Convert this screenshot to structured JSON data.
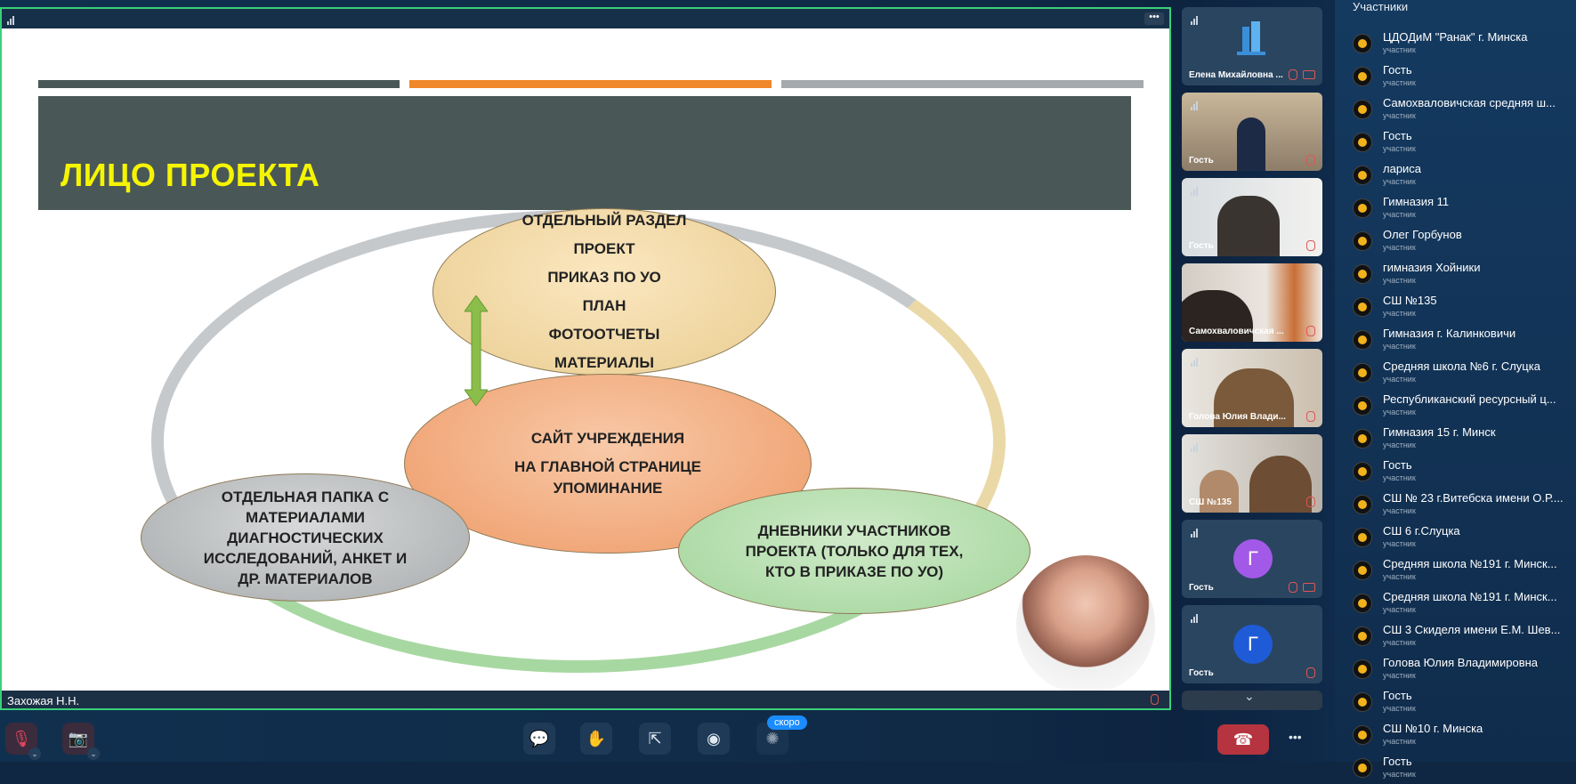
{
  "stage": {
    "speaker_name": "Захожая Н.Н.",
    "more_label": "•••"
  },
  "slide": {
    "title": "ЛИЦО ПРОЕКТА",
    "top_ellipse": [
      "ОТДЕЛЬНЫЙ РАЗДЕЛ",
      "ПРОЕКТ",
      "ПРИКАЗ ПО УО",
      "ПЛАН",
      "ФОТООТЧЕТЫ",
      "МАТЕРИАЛЫ"
    ],
    "center_ellipse": [
      "САЙТ УЧРЕЖДЕНИЯ",
      "НА ГЛАВНОЙ СТРАНИЦЕ",
      "УПОМИНАНИЕ"
    ],
    "left_ellipse": [
      "ОТДЕЛЬНАЯ ПАПКА С",
      "МАТЕРИАЛАМИ",
      "ДИАГНОСТИЧЕСКИХ",
      "ИССЛЕДОВАНИЙ, АНКЕТ И",
      "ДР. МАТЕРИАЛОВ"
    ],
    "right_ellipse": [
      "ДНЕВНИКИ УЧАСТНИКОВ",
      "ПРОЕКТА (ТОЛЬКО ДЛЯ ТЕХ,",
      "КТО В ПРИКАЗЕ ПО УО)"
    ],
    "colors": {
      "title": "#f5f500",
      "band": "#4a5757",
      "bar1": "#4a5757",
      "bar2": "#f0872a",
      "bar3": "#a4aaad"
    }
  },
  "tiles": [
    {
      "name": "Елена Михайловна ...",
      "kind": "logo"
    },
    {
      "name": "Гость",
      "kind": "video"
    },
    {
      "name": "Гость",
      "kind": "video"
    },
    {
      "name": "Самохваловичская ...",
      "kind": "video"
    },
    {
      "name": "Голова Юлия Влади...",
      "kind": "video"
    },
    {
      "name": "СШ №135",
      "kind": "video"
    },
    {
      "name": "Гость",
      "kind": "avatar",
      "letter": "Г",
      "color": "#a259e8"
    },
    {
      "name": "Гость",
      "kind": "avatar",
      "letter": "Г",
      "color": "#1f5bd6"
    }
  ],
  "panel": {
    "title": "Участники",
    "role": "участник",
    "participants": [
      "ЦДОДиМ \"Ранак\" г. Минска",
      "Гость",
      "Самохваловичская средняя ш...",
      "Гость",
      "лариса",
      "Гимназия 11",
      "Олег Горбунов",
      "гимназия Хойники",
      "СШ №135",
      "Гимназия г. Калинковичи",
      "Средняя школа №6 г. Слуцка",
      "Республиканский ресурсный ц...",
      "Гимназия 15 г. Минск",
      "Гость",
      "СШ № 23 г.Витебска имени О.Р....",
      "СШ 6 г.Слуцка",
      "Средняя школа №191 г. Минск...",
      "Средняя школа №191 г. Минск...",
      "СШ 3 Скиделя имени Е.М. Шев...",
      "Голова Юлия Владимировна",
      "Гость",
      "СШ №10 г. Минска",
      "Гость"
    ]
  },
  "toolbar": {
    "mic_icon": "🎙",
    "cam_icon": "📷",
    "chat_icon": "💬",
    "hand_icon": "✋",
    "share_icon": "⇱",
    "record_icon": "◉",
    "effects_icon": "✺",
    "end_icon": "☎",
    "more_label": "•••",
    "soon_badge": "скоро",
    "dropdown_icon": "⌄"
  }
}
